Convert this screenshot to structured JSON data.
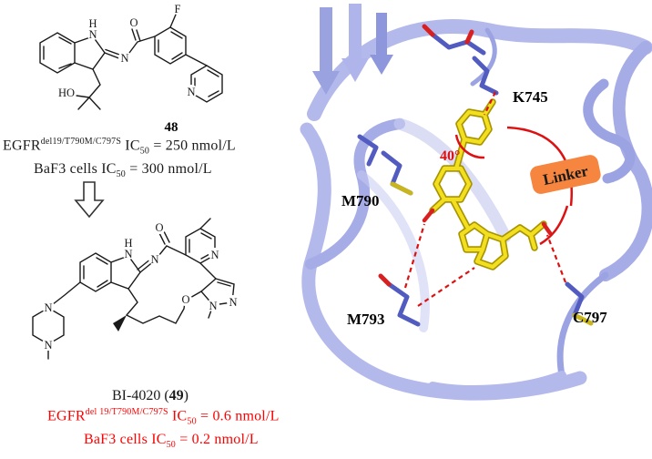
{
  "left": {
    "compound48": {
      "number": "48",
      "egfr_line": {
        "pre": "EGFR",
        "sup": "del19/T790M/C797S",
        "mid": " IC",
        "sub": "50",
        "post": " = 250 nmol/L"
      },
      "baf3_line": {
        "pre": "BaF3 cells IC",
        "sub": "50",
        "post": " = 300 nmol/L"
      }
    },
    "compound49": {
      "name_pre": "BI-4020 (",
      "number": "49",
      "name_post": ")",
      "egfr_line": {
        "pre": "EGFR",
        "sup": "del 19/T790M/C797S",
        "mid": " IC",
        "sub": "50",
        "post": " = 0.6 nmol/L"
      },
      "baf3_line": {
        "pre": "BaF3 cells IC",
        "sub": "50",
        "post": " = 0.2 nmol/L"
      }
    },
    "atoms48": {
      "h": "H",
      "n3": "N",
      "n_amide": "N",
      "o": "O",
      "f": "F",
      "n_pyridine": "N",
      "n1_ho": "HO"
    },
    "atoms49": {
      "h": "H",
      "n3": "N",
      "n_amide": "N",
      "o_carbonyl": "O",
      "n_pyridine": "N",
      "n_pz_a": "N",
      "n_pz_b": "N",
      "o_ether": "O",
      "n_pip_top": "N",
      "n_pip_bottom": "N"
    }
  },
  "right": {
    "residues": {
      "k745": "K745",
      "m790": "M790",
      "m793": "M793",
      "c797": "C797"
    },
    "angle": "40°",
    "linker": "Linker",
    "colors": {
      "red_text": "#FF0000",
      "hbond_red": "#DD1111",
      "ribbon_light": "#B4B9EC",
      "ribbon_mid": "#9CA3E2",
      "stick_blue": "#525CC0",
      "ligand_yellow": "#F2DF1F",
      "linker_orange": "#F5853F"
    }
  }
}
